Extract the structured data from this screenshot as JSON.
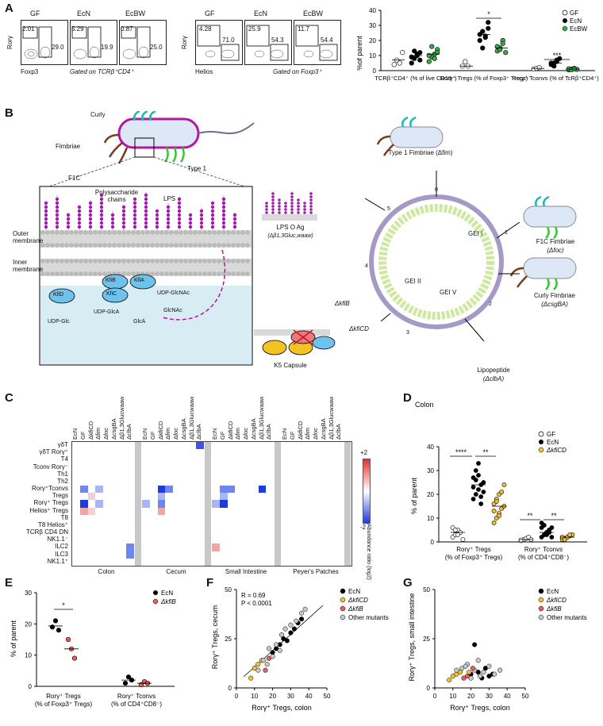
{
  "panels": {
    "A": "A",
    "B": "B",
    "C": "C",
    "D": "D",
    "E": "E",
    "F": "F",
    "G": "G"
  },
  "panelA": {
    "facs1": {
      "conditions": [
        "GF",
        "EcN",
        "EcBW"
      ],
      "yaxis": "Rorγ",
      "xaxis": "Foxp3",
      "gate_note": "Gated on TCRβ⁺CD4⁺",
      "values": [
        {
          "left": "2.01",
          "right": "29.0"
        },
        {
          "left": "5.29",
          "right": "19.9"
        },
        {
          "left": "0.87",
          "right": "25.0"
        }
      ]
    },
    "facs2": {
      "conditions": [
        "GF",
        "EcN",
        "EcBW"
      ],
      "yaxis": "Rorγ",
      "xaxis": "Helios",
      "gate_note": "Gated on Foxp3⁺",
      "values": [
        {
          "left": "4.28",
          "right": "71.0"
        },
        {
          "left": "25.9",
          "right": "54.3"
        },
        {
          "left": "11.7",
          "right": "54.4"
        }
      ]
    }
  },
  "panelB": {
    "curly": "Curly",
    "fimbriae": "Fimbriae",
    "f1c": "F1C",
    "type1": "Type 1",
    "polysaccharide": "Polysaccharide chains",
    "lps": "LPS",
    "outer_membrane": "Outer membrane",
    "inner_membrane": "Inner membrane",
    "kfiB": "KfiB",
    "kfiA": "KfiA",
    "kfiD": "KfiD",
    "kfiC": "KfiC",
    "udp_glcnac": "UDP-GlcNAc",
    "glcnac": "GlcNAc",
    "glca": "GlcA",
    "udp_glca": "UDP-GlcA",
    "udp_glc": "UDP-Glc",
    "lps_o_ag": "LPS O Ag",
    "lps_o_ag_mut": "(Δβ1,3Gluc,waaw)",
    "k5": "K5 Capsule",
    "type1_title": "Type 1 Fimbriae (Δfim)",
    "f1c_title": "F1C Fimbriae",
    "f1c_mut": "(Δfoc)",
    "curly_title": "Curly Fimbriae",
    "curly_mut": "(ΔcsgBA)",
    "lipo_title": "Lipopeptide",
    "lipo_mut": "(ΔclbA)",
    "kfiB_mut": "ΔkfiB",
    "kfiCD_mut": "ΔkfiCD",
    "gei1": "GEI I",
    "gei2": "GEI II",
    "gei5": "GEI V",
    "ring_ticks": [
      "0",
      "1",
      "2",
      "3",
      "4",
      "5"
    ]
  },
  "panelC": {
    "rows": [
      "γδT",
      "γδT Rorγ⁺",
      "T4",
      "Tconv Rorγ⁻",
      "Th1",
      "Th2",
      "Rorγ⁺Tconvs",
      "Tregs",
      "Rorγ⁺ Tregs",
      "Helios⁺ Tregs",
      "T8",
      "T8 Helios⁺",
      "TCRβ CD4 DN",
      "NK1.1⁻",
      "ILC2",
      "ILC3",
      "NK1.1⁺"
    ],
    "columns": [
      "EcN",
      "GF",
      "ΔkfiCD",
      "Δfim",
      "Δfoc",
      "ΔcsgBA",
      "Δβ1,3Glucwaaw",
      "ΔclbA"
    ],
    "tissues": [
      "Colon",
      "Cecum",
      "Small Intestine",
      "Peyer's Patches"
    ],
    "legend_title": "Abundance ratio (log2)",
    "legend_max": "+2",
    "legend_min": "-2"
  },
  "panelD": {
    "title": "Colon",
    "ylabel": "% of parent",
    "legend": [
      "GF",
      "EcN",
      "ΔkfiCD"
    ],
    "groups": [
      {
        "label": "Rorγ⁺ Tregs",
        "sub": "(% of Foxp3⁺ Tregs)"
      },
      {
        "label": "Rorγ⁺ Tconvs",
        "sub": "(% of CD4⁺CD8⁻)"
      }
    ],
    "sig": [
      "****",
      "**",
      "**",
      "**"
    ],
    "yticks": [
      "0",
      "10",
      "20",
      "30",
      "40"
    ]
  },
  "panelE": {
    "ylabel": "% of parent",
    "legend": [
      "EcN",
      "ΔkfiB"
    ],
    "groups": [
      {
        "label": "Rorγ⁺ Tregs",
        "sub": "(% of Foxp3⁺ Tregs)"
      },
      {
        "label": "Rorγ⁺ Tconvs",
        "sub": "(% of CD4⁺CD8⁻)"
      }
    ],
    "sig": [
      "*"
    ],
    "yticks": [
      "0",
      "10",
      "20",
      "30"
    ]
  },
  "panelF": {
    "ylabel": "Rorγ⁺ Tregs, cecum",
    "xlabel": "Rorγ⁺ Tregs, colon",
    "stats": [
      "R = 0.69",
      "P < 0.0001"
    ],
    "legend": [
      "EcN",
      "ΔkfiCD",
      "ΔkfiB",
      "Other mutants"
    ],
    "xticks": [
      "0",
      "10",
      "20",
      "30",
      "40",
      "50"
    ],
    "yticks": [
      "0",
      "25",
      "50"
    ]
  },
  "panelG": {
    "ylabel": "Rorγ⁺ Tregs, small intestine",
    "xlabel": "Rorγ⁺ Tregs, colon",
    "legend": [
      "EcN",
      "ΔkfiCD",
      "ΔkfiB",
      "Other mutants"
    ],
    "xticks": [
      "0",
      "10",
      "20",
      "30",
      "40",
      "50"
    ],
    "yticks": [
      "0",
      "25",
      "50"
    ]
  },
  "chart_data": [
    {
      "type": "scatter",
      "panel": "A-right",
      "ylabel": "%of parent",
      "categories": [
        "TCRβ⁺CD4⁺ (% of live CD19⁻)",
        "Rorγ⁺ Tregs (% of Foxp3⁺ Tregs)",
        "Rorγ⁺ Tconvs (% of TcRβ⁺CD4⁺)"
      ],
      "series": [
        {
          "name": "GF",
          "values": [
            [
              4,
              7,
              5,
              12
            ],
            [
              3,
              6,
              3
            ],
            [
              1,
              1.5,
              2
            ]
          ]
        },
        {
          "name": "EcN",
          "values": [
            [
              5,
              8,
              10,
              12,
              9,
              13,
              11,
              7
            ],
            [
              24,
              26,
              22,
              32,
              20,
              15,
              23,
              28
            ],
            [
              4,
              5,
              6,
              8,
              5,
              3,
              7
            ]
          ]
        },
        {
          "name": "EcBW",
          "values": [
            [
              6,
              9,
              11,
              14,
              10,
              16,
              8,
              12
            ],
            [
              13,
              15,
              20,
              12,
              16,
              14,
              18
            ],
            [
              0.5,
              1,
              1.5,
              0.8,
              1.2,
              0.6,
              1
            ]
          ]
        }
      ],
      "ylim": [
        0,
        40
      ],
      "yticks": [
        "0",
        "10",
        "20",
        "30",
        "40"
      ],
      "sig": [
        "*",
        "***"
      ]
    }
  ]
}
